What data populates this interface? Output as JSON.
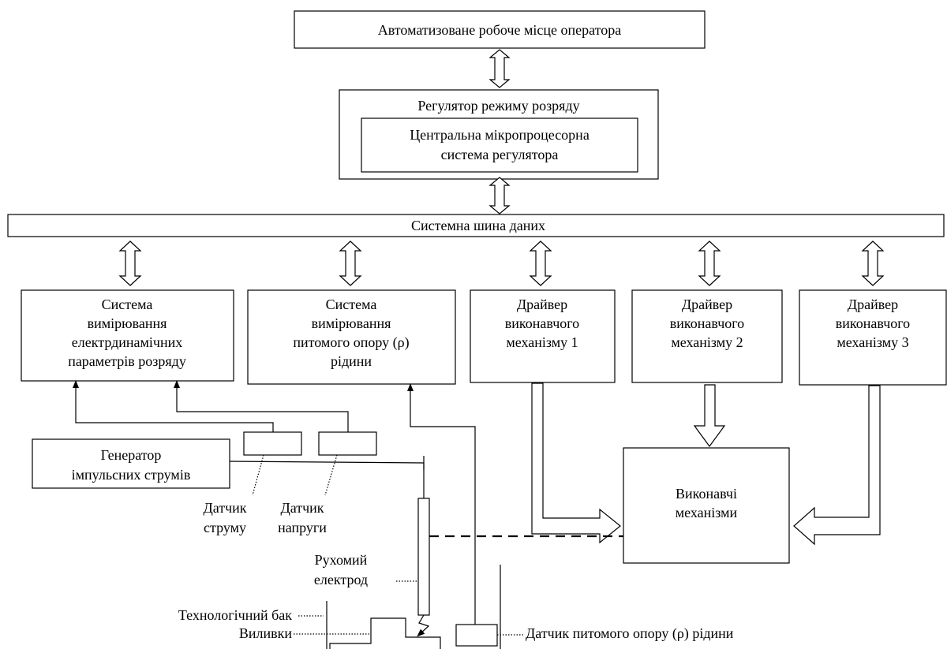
{
  "blocks": {
    "arm": "Автоматизоване робоче місце  оператора",
    "regulator_title": "Регулятор режиму розряду",
    "cpu_line1": "Центральна мікропроцесорна",
    "cpu_line2": "система регулятора",
    "bus": "Системна шина даних",
    "meas1_l1": "Система",
    "meas1_l2": "вимірювання",
    "meas1_l3": "електрдинамічних",
    "meas1_l4": "параметрів розряду",
    "meas2_l1": "Система",
    "meas2_l2": "вимірювання",
    "meas2_l3": "питомого опору  (ρ)",
    "meas2_l4": "рідини",
    "drv1_l1": "Драйвер",
    "drv1_l2": "виконавчого",
    "drv1_l3": "механізму 1",
    "drv2_l1": "Драйвер",
    "drv2_l2": "виконавчого",
    "drv2_l3": "механізму 2",
    "drv3_l1": "Драйвер",
    "drv3_l2": "виконавчого",
    "drv3_l3": "механізму 3",
    "gen_l1": "Генератор",
    "gen_l2": "імпульсних струмів",
    "act_l1": "Виконавчі",
    "act_l2": "механізми"
  },
  "labels": {
    "current_l1": "Датчик",
    "current_l2": "струму",
    "voltage_l1": "Датчик",
    "voltage_l2": "напруги",
    "electrode_l1": "Рухомий",
    "electrode_l2": "електрод",
    "tank": "Технологічний бак",
    "castings": "Виливки",
    "rho_sensor": "Датчик питомого опору  (ρ) рідини"
  }
}
